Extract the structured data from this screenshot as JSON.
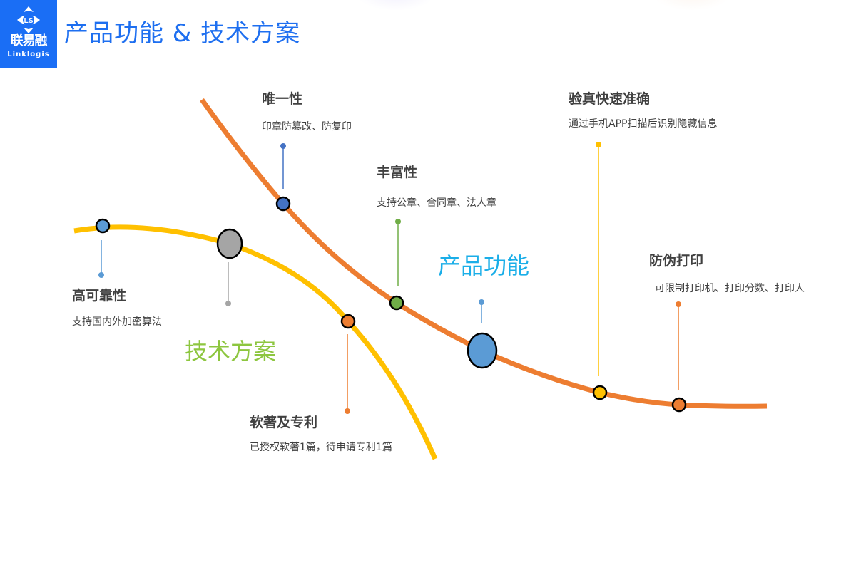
{
  "logo": {
    "name_cn": "联易融",
    "name_en": "Linklogis",
    "mark": "LS",
    "color": "#1a6ef5"
  },
  "header": {
    "title": "产品功能 & 技术方案",
    "color": "#1e6ff0"
  },
  "curves": {
    "product": {
      "label": "产品功能",
      "color": "#ed7d31",
      "label_color": "#1aaee8"
    },
    "tech": {
      "label": "技术方案",
      "color": "#ffc000",
      "label_color": "#8dc63f"
    }
  },
  "features": [
    {
      "id": "uniqueness",
      "title": "唯一性",
      "desc": "印章防篡改、防复印",
      "node_color": "#4472c4",
      "curve": "product"
    },
    {
      "id": "richness",
      "title": "丰富性",
      "desc": "支持公章、合同章、法人章",
      "node_color": "#70ad47",
      "curve": "product"
    },
    {
      "id": "verification",
      "title": "验真快速准确",
      "desc": "通过手机APP扫描后识别隐藏信息",
      "node_color": "#ffc000",
      "curve": "product"
    },
    {
      "id": "anti-counterfeit-print",
      "title": "防伪打印",
      "desc": "可限制打印机、打印分数、打印人",
      "node_color": "#ed7d31",
      "curve": "product"
    },
    {
      "id": "reliability",
      "title": "高可靠性",
      "desc": "支持国内外加密算法",
      "node_color": "#5b9bd5",
      "curve": "tech"
    },
    {
      "id": "ip",
      "title": "软著及专利",
      "desc": "已授权软著1篇，待申请专利1篇",
      "node_color": "#ed7d31",
      "curve": "tech"
    }
  ],
  "hub_nodes": {
    "product": {
      "color": "#5b9bd5"
    },
    "tech": {
      "color": "#a5a5a5"
    }
  }
}
